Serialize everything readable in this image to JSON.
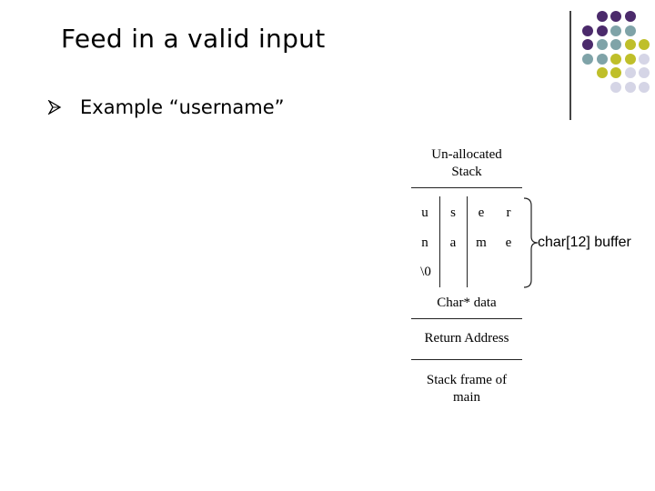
{
  "slide": {
    "title": "Feed in a valid input",
    "bullet": "Example “username”"
  },
  "decoration": {
    "colors": {
      "purple": "#4b2a6b",
      "teal": "#7fa3a8",
      "olive": "#bfbf2a",
      "lavender": "#d5d5e6"
    }
  },
  "diagram": {
    "unallocated_line1": "Un-allocated",
    "unallocated_line2": "Stack",
    "row1": [
      "u",
      "s",
      "e",
      "r"
    ],
    "row2": [
      "n",
      "a",
      "m",
      "e"
    ],
    "row3": [
      "\\0"
    ],
    "buffer_label": "char[12] buffer",
    "data_label": "Char* data",
    "return_label": "Return Address",
    "main_line1": "Stack frame of",
    "main_line2": "main"
  }
}
